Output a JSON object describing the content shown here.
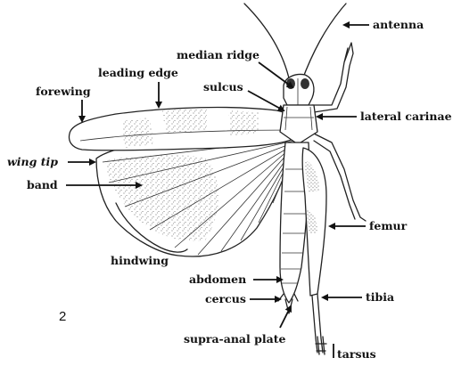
{
  "figure_number": "2",
  "labels": {
    "antenna": "antenna",
    "median_ridge": "median ridge",
    "leading_edge": "leading edge",
    "forewing": "forewing",
    "sulcus": "sulcus",
    "lateral_carinae": "lateral carinae",
    "wing_tip": "wing tip",
    "band": "band",
    "femur": "femur",
    "hindwing": "hindwing",
    "abdomen": "abdomen",
    "cercus": "cercus",
    "tibia": "tibia",
    "supra_anal_plate": "supra-anal plate",
    "tarsus": "tarsus"
  }
}
